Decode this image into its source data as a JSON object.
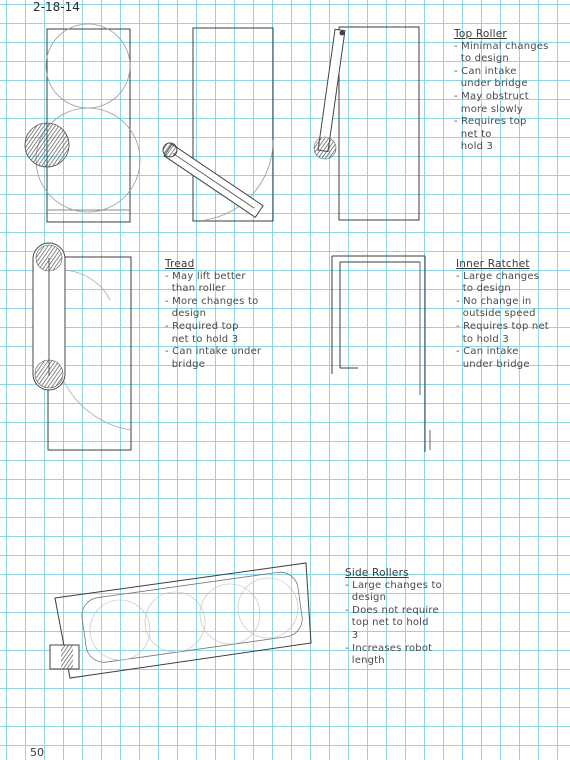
{
  "date": "2-18-14",
  "page_number": "50",
  "notes": [
    {
      "id": "top-roller",
      "title": "Top Roller",
      "items": [
        "- Minimal changes\n  to design",
        "- Can intake\n  under bridge",
        "- May obstruct\n  more slowly",
        "- Requires top\n  net to\n  hold 3"
      ]
    },
    {
      "id": "tread",
      "title": "Tread",
      "items": [
        "- May lift better\n  than roller",
        "- More changes to\n  design",
        "- Required top\n  net to hold 3",
        "- Can intake under\n  bridge"
      ]
    },
    {
      "id": "inner-ratchet",
      "title": "Inner Ratchet",
      "items": [
        "- Large changes\n  to design",
        "- No change in\n  outside speed",
        "- Requires top net\n  to hold 3",
        "- Can intake\n  under bridge"
      ]
    },
    {
      "id": "side-rollers",
      "title": "Side Rollers",
      "items": [
        "- Large changes to\n  design",
        "- Does not require\n  top net to hold\n  3",
        "- Increases robot\n  length"
      ]
    }
  ]
}
